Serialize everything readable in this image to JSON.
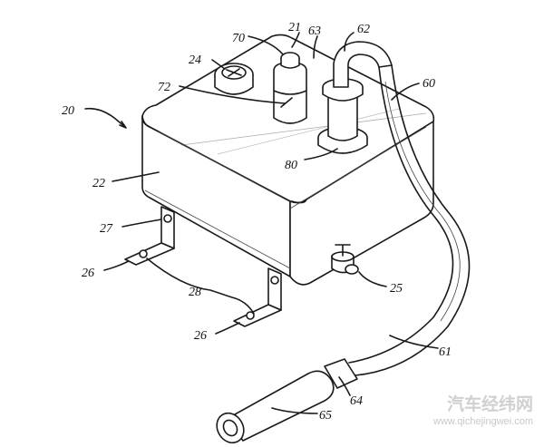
{
  "labels": {
    "l20": "20",
    "l21": "21",
    "l22": "22",
    "l24": "24",
    "l25": "25",
    "l26a": "26",
    "l26b": "26",
    "l27": "27",
    "l28": "28",
    "l60": "60",
    "l61": "61",
    "l62": "62",
    "l63": "63",
    "l64": "64",
    "l65": "65",
    "l70": "70",
    "l72": "72",
    "l80": "80"
  },
  "watermark": {
    "brand": "汽车经纬网",
    "url": "www.qichejingwei.com"
  }
}
